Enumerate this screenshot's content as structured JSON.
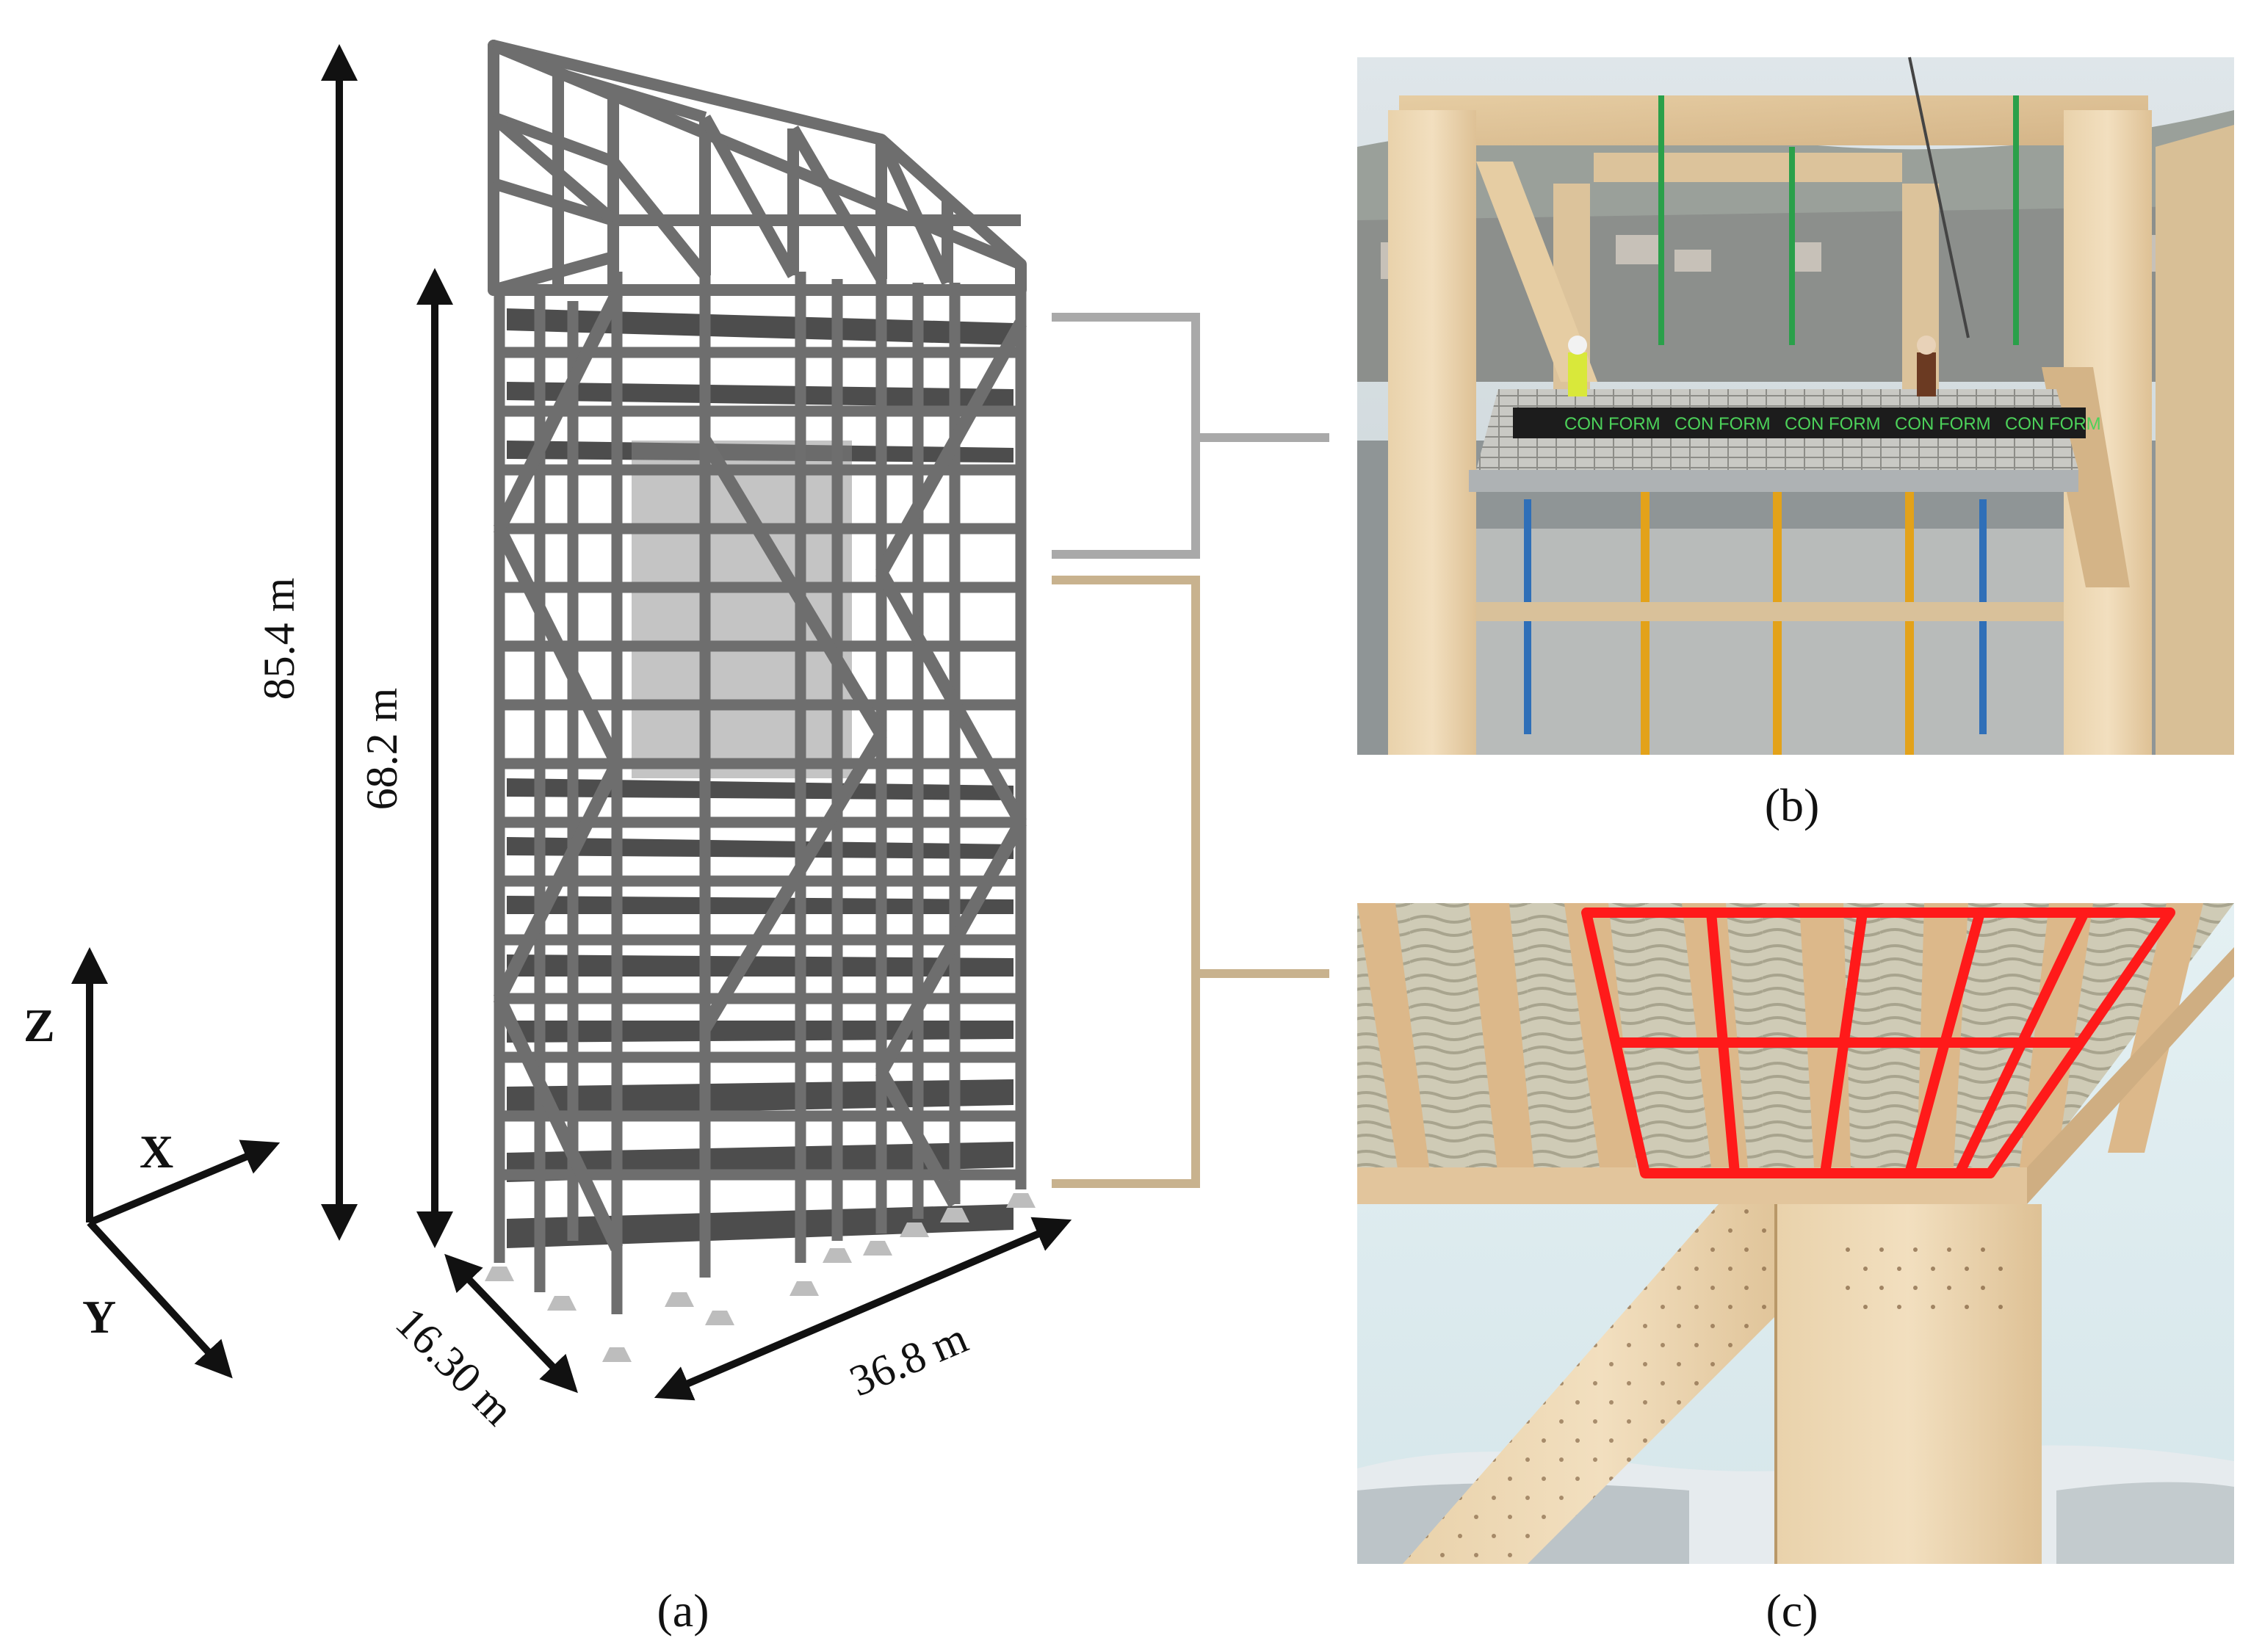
{
  "panels": {
    "a": {
      "caption": "(a)"
    },
    "b": {
      "caption": "(b)"
    },
    "c": {
      "caption": "(c)"
    }
  },
  "dimensions": {
    "total_height": "85.4 m",
    "floor_height": "68.2 m",
    "depth": "16.30 m",
    "length": "36.8 m"
  },
  "axes": {
    "z": "Z",
    "x": "X",
    "y": "Y"
  },
  "photo_b": {
    "banner_text": [
      "CON FORM",
      "CON FORM",
      "CON FORM",
      "CON FORM",
      "CON FORM"
    ]
  },
  "colors": {
    "frame": "#6e6e6e",
    "floor": "#2e2e2e",
    "bracket_upper": "#a9a9a9",
    "bracket_lower": "#c8b28e",
    "highlight": "#ff1a1a",
    "timber": "#e8cfa6"
  }
}
